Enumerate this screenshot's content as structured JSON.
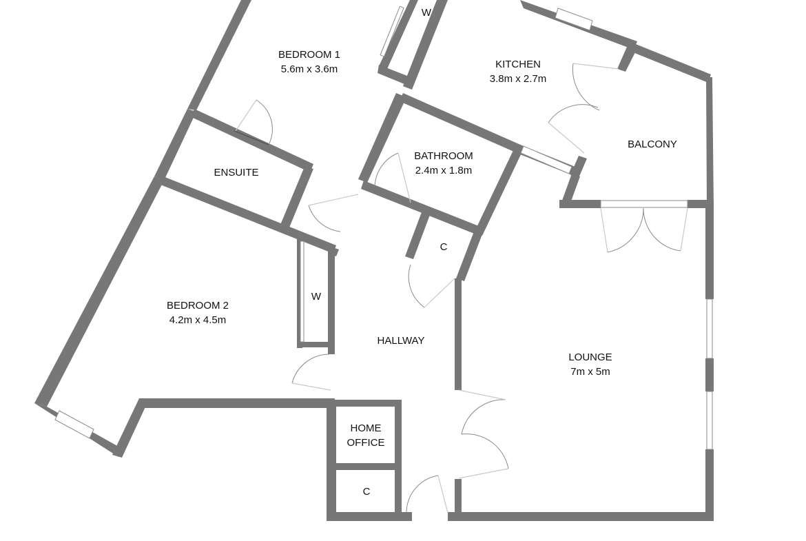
{
  "colors": {
    "wall": "#777777",
    "wall_edge": "#4a4a4a",
    "background": "#ffffff",
    "text": "#111111"
  },
  "rooms": [
    {
      "id": "bedroom1",
      "name": "BEDROOM 1",
      "size": "5.6m x 3.6m"
    },
    {
      "id": "kitchen",
      "name": "KITCHEN",
      "size": "3.8m x 2.7m"
    },
    {
      "id": "bathroom",
      "name": "BATHROOM",
      "size": "2.4m x 1.8m"
    },
    {
      "id": "balcony",
      "name": "BALCONY",
      "size": ""
    },
    {
      "id": "ensuite",
      "name": "ENSUITE",
      "size": ""
    },
    {
      "id": "bedroom2",
      "name": "BEDROOM 2",
      "size": "4.2m x 4.5m"
    },
    {
      "id": "hallway",
      "name": "HALLWAY",
      "size": ""
    },
    {
      "id": "lounge",
      "name": "LOUNGE",
      "size": "7m x 5m"
    },
    {
      "id": "home_office",
      "name": "HOME OFFICE",
      "size": ""
    }
  ],
  "home_office_lines": [
    "HOME",
    "OFFICE"
  ],
  "wardrobes": [
    "W",
    "W"
  ],
  "cupboards": [
    "C",
    "C"
  ]
}
